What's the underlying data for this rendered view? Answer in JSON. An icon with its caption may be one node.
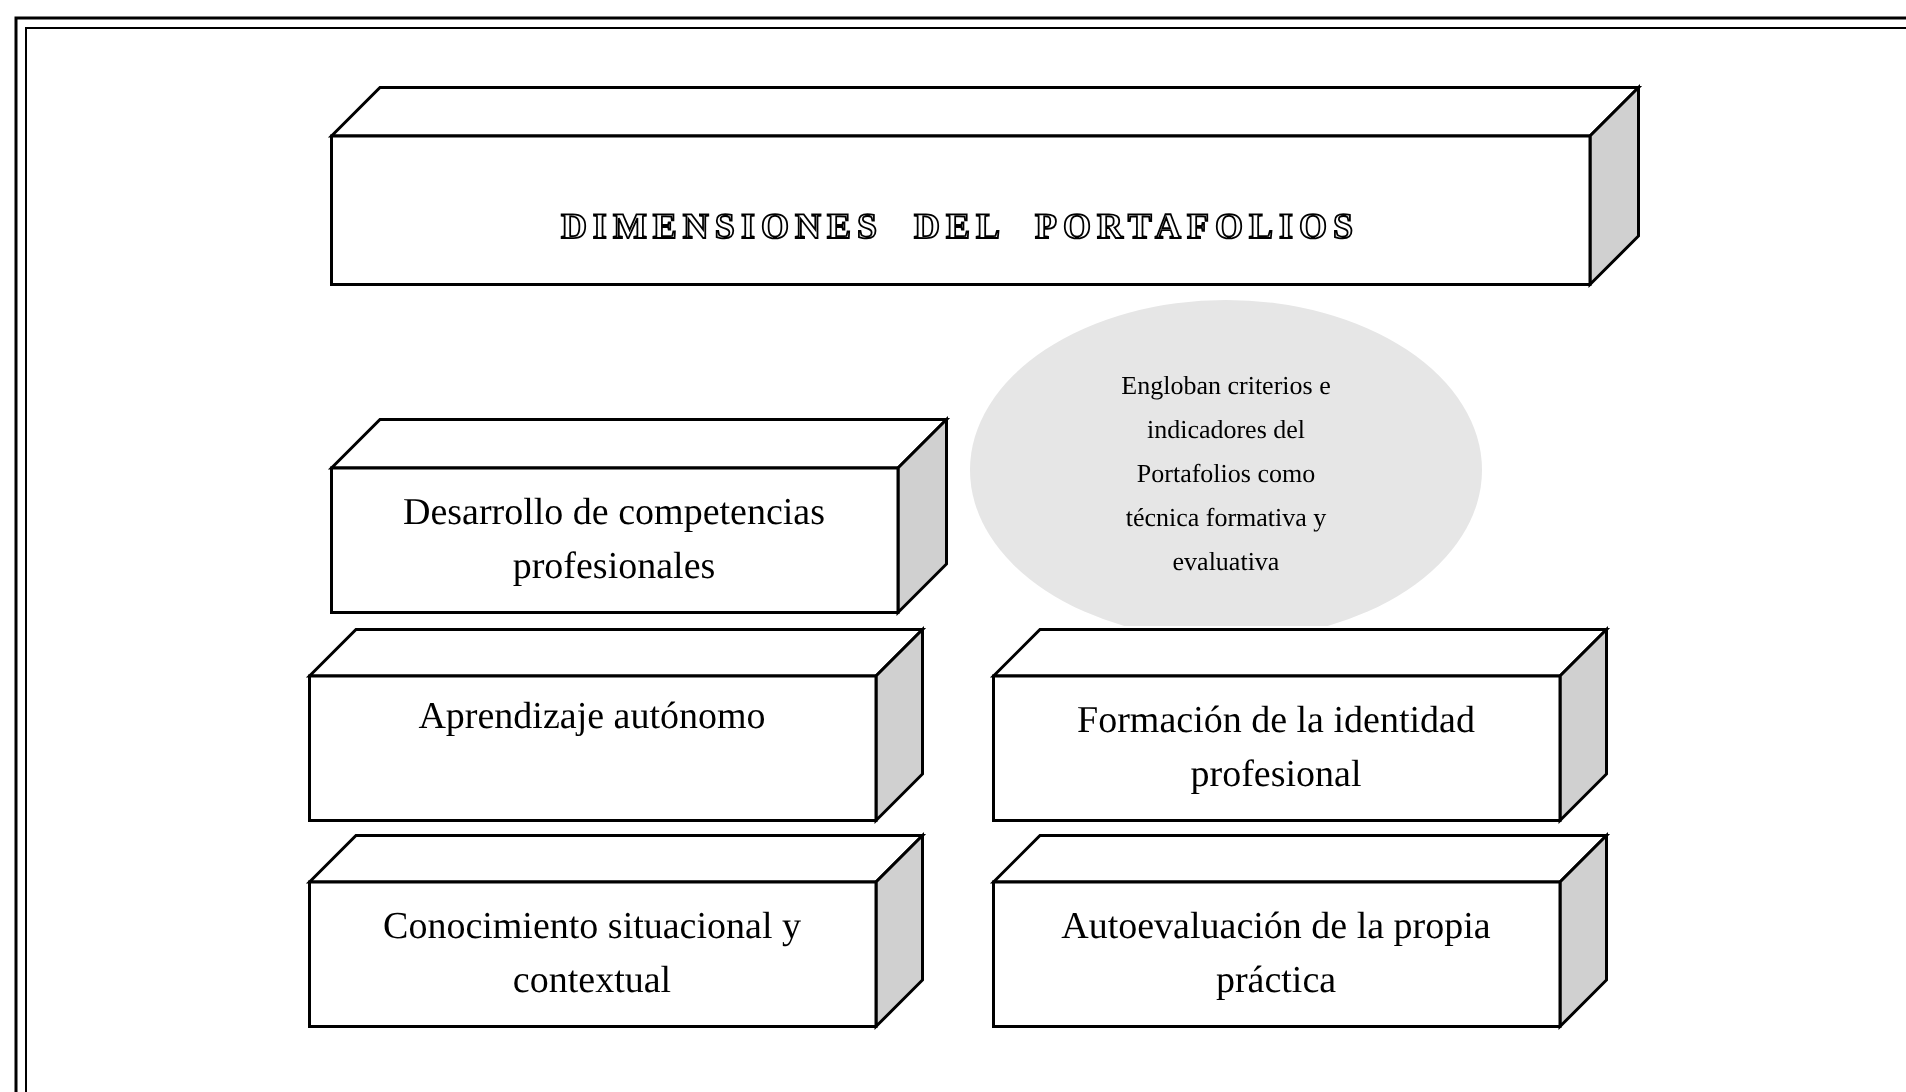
{
  "diagram": {
    "nodes": [
      {
        "text": [
          "DIMENSIONES DEL PORTAFOLIOS"
        ]
      },
      {
        "text": [
          "Desarrollo de competencias profesionales"
        ]
      },
      {
        "text": [
          "Engloban criterios e indicadores del Portafolios como técnica formativa y evaluativa"
        ]
      },
      {
        "text": [
          "Aprendizaje autónomo"
        ]
      },
      {
        "text": [
          "Formación de la identidad profesional"
        ]
      },
      {
        "text": [
          "Conocimiento situacional y contextual"
        ]
      },
      {
        "text": [
          "Autoevaluación de la propia práctica"
        ]
      }
    ]
  }
}
